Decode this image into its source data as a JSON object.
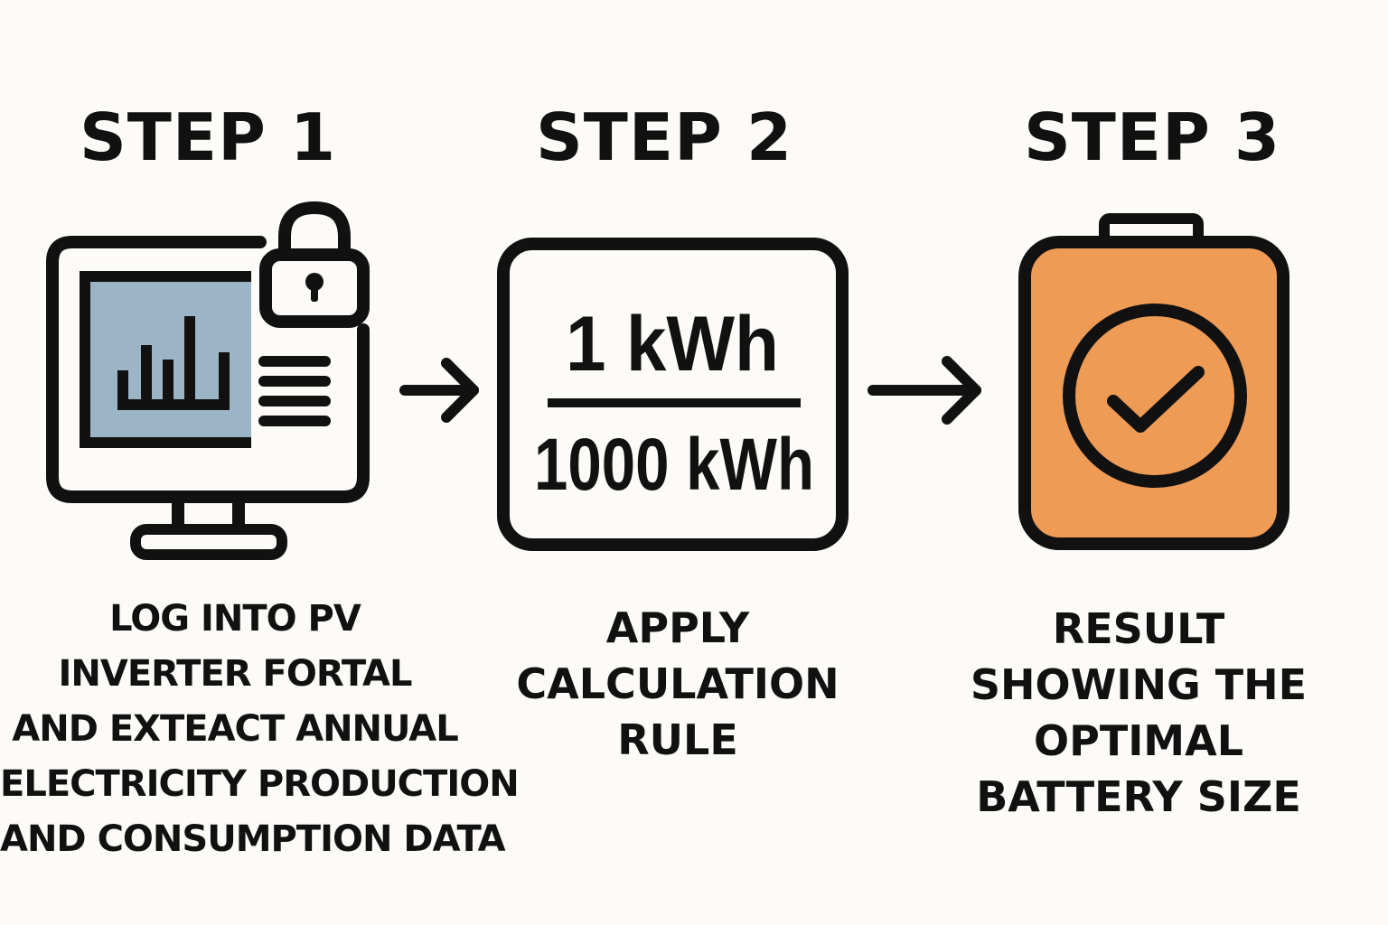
{
  "steps": [
    {
      "title": "STEP 1",
      "description": [
        "LOG INTO PV",
        "INVERTER FORTAL",
        "AND EXTEACT ANNUAL",
        "ELECTRICITY PRODUCTION",
        "AND CONSUMPTION DATA"
      ],
      "icon": "computer-with-lock-icon"
    },
    {
      "title": "STEP 2",
      "description": [
        "APPLY",
        "CALCULATION",
        "RULE"
      ],
      "formula": {
        "numerator": "1 kWh",
        "denominator": "1000 kWh"
      },
      "icon": "fraction-box-icon"
    },
    {
      "title": "STEP 3",
      "description": [
        "RESULT",
        "SHOWING THE",
        "OPTIMAL",
        "BATTERY SIZE"
      ],
      "icon": "battery-check-icon"
    }
  ],
  "colors": {
    "outline": "#111111",
    "screen": "#9bb5c6",
    "battery": "#ee9b56",
    "background": "#fcfbf7"
  }
}
